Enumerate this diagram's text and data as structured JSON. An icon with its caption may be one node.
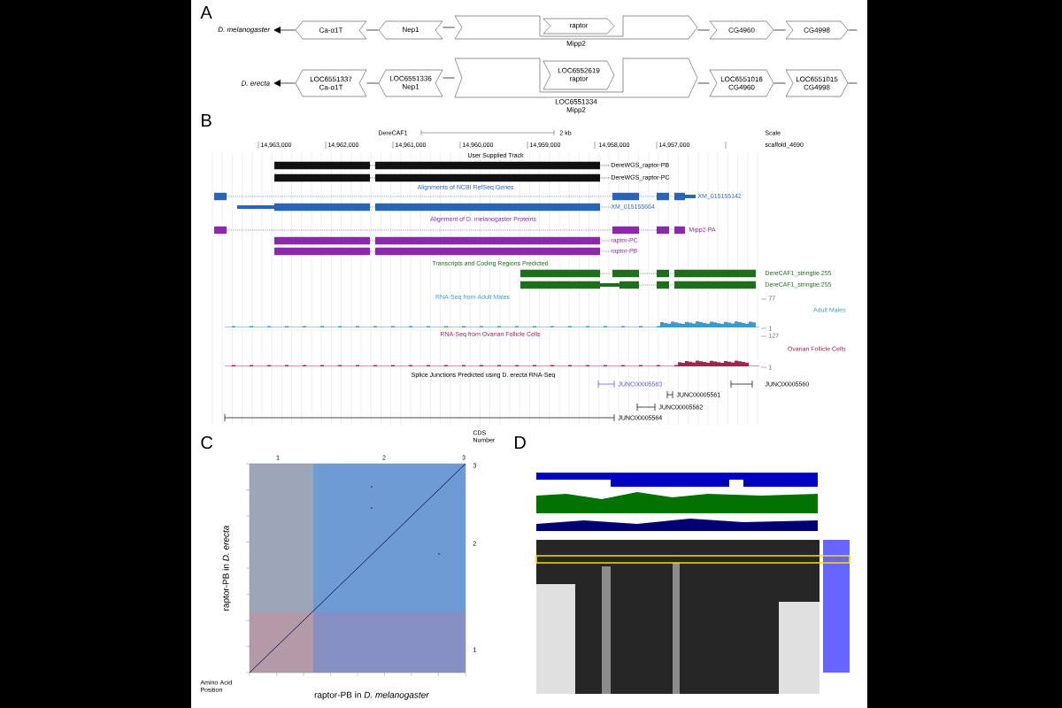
{
  "diagram": {
    "nodes": [
      {
        "text": [
          "Ca-α1T"
        ]
      },
      {
        "text": [
          "Nep1"
        ]
      },
      {
        "text": [
          "Mipp2"
        ]
      },
      {
        "text": [
          "raptor"
        ],
        "in": 2
      },
      {
        "text": [
          "CG4960"
        ]
      },
      {
        "text": [
          "CG4998"
        ]
      },
      {
        "text": [
          "LOC6551337",
          "Ca-α1T"
        ]
      },
      {
        "text": [
          "LOC6551336",
          "Nep1"
        ]
      },
      {
        "text": [
          "LOC6551334",
          "Mipp2"
        ]
      },
      {
        "text": [
          "LOC6552619",
          "raptor"
        ],
        "in": 8
      },
      {
        "text": [
          "LOC6551016",
          "CG4960"
        ]
      },
      {
        "text": [
          "LOC6551015",
          "CG4998"
        ]
      },
      {
        "text": [
          "D. melanogaster"
        ]
      },
      {
        "text": [
          "D. erecta"
        ]
      }
    ],
    "edges": [
      {
        "from": 0,
        "to": 12,
        "arrow": "to"
      },
      {
        "from": 0,
        "to": 1,
        "arrow": "none"
      },
      {
        "from": 1,
        "to": 2,
        "arrow": "none"
      },
      {
        "from": 2,
        "to": 4,
        "arrow": "none"
      },
      {
        "from": 4,
        "to": 5,
        "arrow": "none"
      },
      {
        "from": 5,
        "to": null,
        "arrow": "none"
      },
      {
        "from": 6,
        "to": 13,
        "arrow": "to"
      },
      {
        "from": 6,
        "to": 7,
        "arrow": "none"
      },
      {
        "from": 7,
        "to": 8,
        "arrow": "none"
      },
      {
        "from": 8,
        "to": 10,
        "arrow": "none"
      },
      {
        "from": 10,
        "to": 11,
        "arrow": "none"
      },
      {
        "from": 11,
        "to": null,
        "arrow": "none"
      }
    ],
    "labels": [
      "A",
      "B",
      "DereCAF1",
      "2 kb",
      "Scale",
      "14,963,000",
      "14,962,000",
      "14,961,000",
      "14,960,000",
      "14,959,000",
      "14,958,000",
      "14,957,000",
      "scaffold_4690",
      "User Supplied Track",
      "DereWGS_raptor-PB",
      "DereWGS_raptor-PC",
      "Alignments of NCBI RefSeq Genes",
      "XM_015155142",
      "XM_015155664",
      "Alignment of D. melanogaster Proteins",
      "Mipp2-PA",
      "raptor-PC",
      "raptor-PB",
      "Transcripts and Coding Regions Predicted",
      "DereCAF1_stringtie.255",
      "DereCAF1_stringtie.255",
      "RNA-Seq from Adult Males",
      "77",
      "Adult Males",
      "1",
      "RNA-Seq from Ovarian Follicle Cells",
      "127",
      "Ovarian Follicle Cells",
      "1",
      "Splice Junctions Predicted using D. erecta RNA-Seq",
      "JUNC00005563",
      "JUNC00005560",
      "JUNC00005561",
      "JUNC00005562",
      "JUNC00005564",
      "C",
      "CDS Number",
      "1",
      "2",
      "3",
      "3",
      "2",
      "1",
      "raptor-PB in *D. erecta*",
      "Amino Acid Position",
      "raptor-PB in *D. melanogaster*",
      "D"
    ]
  }
}
